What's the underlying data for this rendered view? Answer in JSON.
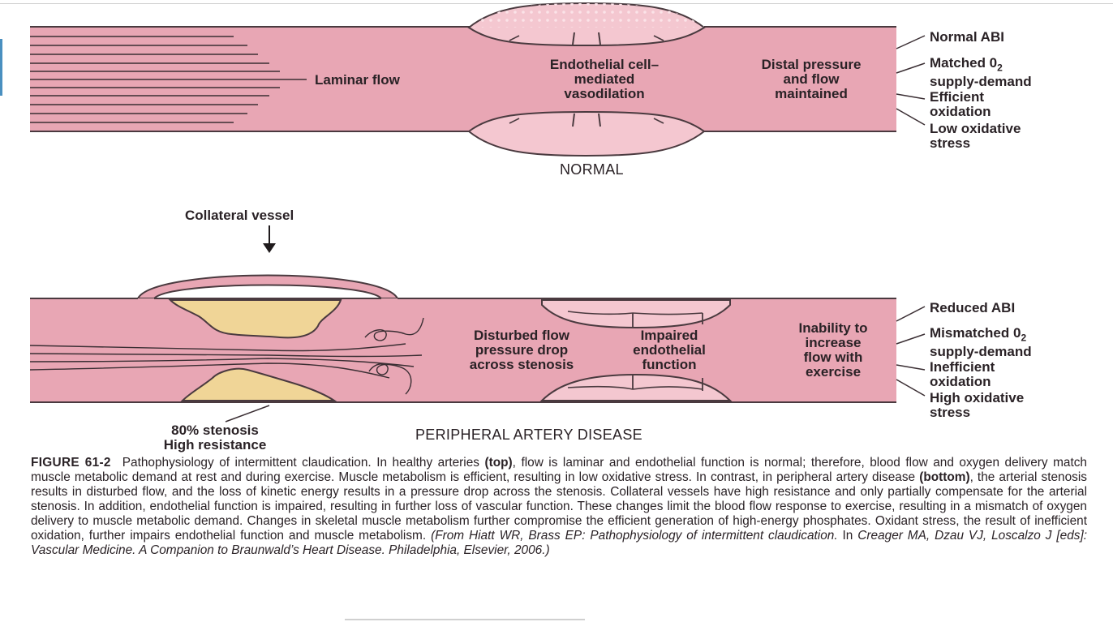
{
  "normal": {
    "laminar": "Laminar flow",
    "endothelial": [
      "Endothelial cell–",
      "mediated",
      "vasodilation"
    ],
    "distal": [
      "Distal pressure",
      "and flow",
      "maintained"
    ],
    "callouts": {
      "abi": "Normal ABI",
      "o2_line1_pre": "Matched 0",
      "o2_sub": "2",
      "o2_line2": "supply-demand",
      "oxidation": [
        "Efficient",
        "oxidation"
      ],
      "stress": [
        "Low oxidative",
        "stress"
      ]
    },
    "heading": "NORMAL"
  },
  "pad": {
    "collateral": "Collateral vessel",
    "disturbed": [
      "Disturbed flow",
      "pressure drop",
      "across stenosis"
    ],
    "impaired": [
      "Impaired",
      "endothelial",
      "function"
    ],
    "inability": [
      "Inability to",
      "increase",
      "flow with",
      "exercise"
    ],
    "stenosis": [
      "80% stenosis",
      "High resistance"
    ],
    "callouts": {
      "abi": "Reduced ABI",
      "o2_line1_pre": "Mismatched 0",
      "o2_sub": "2",
      "o2_line2": "supply-demand",
      "oxidation": [
        "Inefficient",
        "oxidation"
      ],
      "stress": [
        "High oxidative",
        "stress"
      ]
    },
    "heading": "PERIPHERAL ARTERY DISEASE"
  },
  "caption": {
    "figure": "FIGURE 61-2",
    "t1": "Pathophysiology of intermittent claudication. In healthy arteries ",
    "b1": "(top)",
    "t2": ", flow is laminar and endothelial function is normal; therefore, blood flow and oxygen delivery match muscle metabolic demand at rest and during exercise. Muscle metabolism is efficient, resulting in low oxidative stress. In contrast, in peripheral artery disease ",
    "b2": "(bottom)",
    "t3": ", the arterial stenosis results in disturbed flow, and the loss of kinetic energy results in a pressure drop across the stenosis. Collateral vessels have high resistance and only partially compensate for the arterial stenosis. In addition, endothelial function is impaired, resulting in further loss of vascular function. These changes limit the blood flow response to exercise, resulting in a mismatch of oxygen delivery to muscle metabolic demand. Changes in skeletal muscle metabolism further compromise the efficient generation of high-energy phosphates. Oxidant stress, the result of inefficient oxidation, further impairs endothelial function and muscle metabolism. ",
    "i1": "(From Hiatt WR, Brass EP: Pathophysiology of intermittent claudication.",
    "t4": " In ",
    "i2": "Creager MA, Dzau VJ, Loscalzo J [eds]: Vascular Medicine. A Companion to Braunwald’s Heart Disease. Philadelphia, Elsevier, 2006.)"
  },
  "colors": {
    "vessel": "#e8a6b4",
    "vessel_stroke": "#4a3a3f",
    "endothelium": "#f4c7d0",
    "dots": "#ffffff",
    "plaque": "#f0d597"
  }
}
